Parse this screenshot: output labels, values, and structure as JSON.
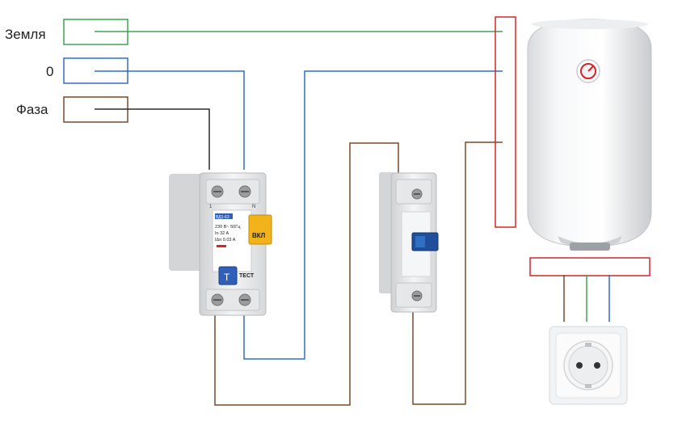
{
  "labels": {
    "ground": "Земля",
    "neutral": "0",
    "phase": "Фаза"
  },
  "rcd": {
    "model": "ВД1-63",
    "rating_line1": "230 В~ 50Гц",
    "rating_line2": "In 32 A",
    "rating_line3": "IΔn 0.03 A",
    "on_label": "ВКЛ",
    "test_label": "ТЕСТ",
    "terminal_top_left": "1",
    "terminal_top_right": "N"
  },
  "colors": {
    "ground_wire": "#3aa84a",
    "neutral_wire": "#2f6fc4",
    "phase_wire": "#7a4a2a",
    "junction_box": "#d9232a",
    "rcd_knob": "#f2b21a",
    "breaker_knob": "#1f4f9a",
    "test_button": "#2f5fb8"
  }
}
